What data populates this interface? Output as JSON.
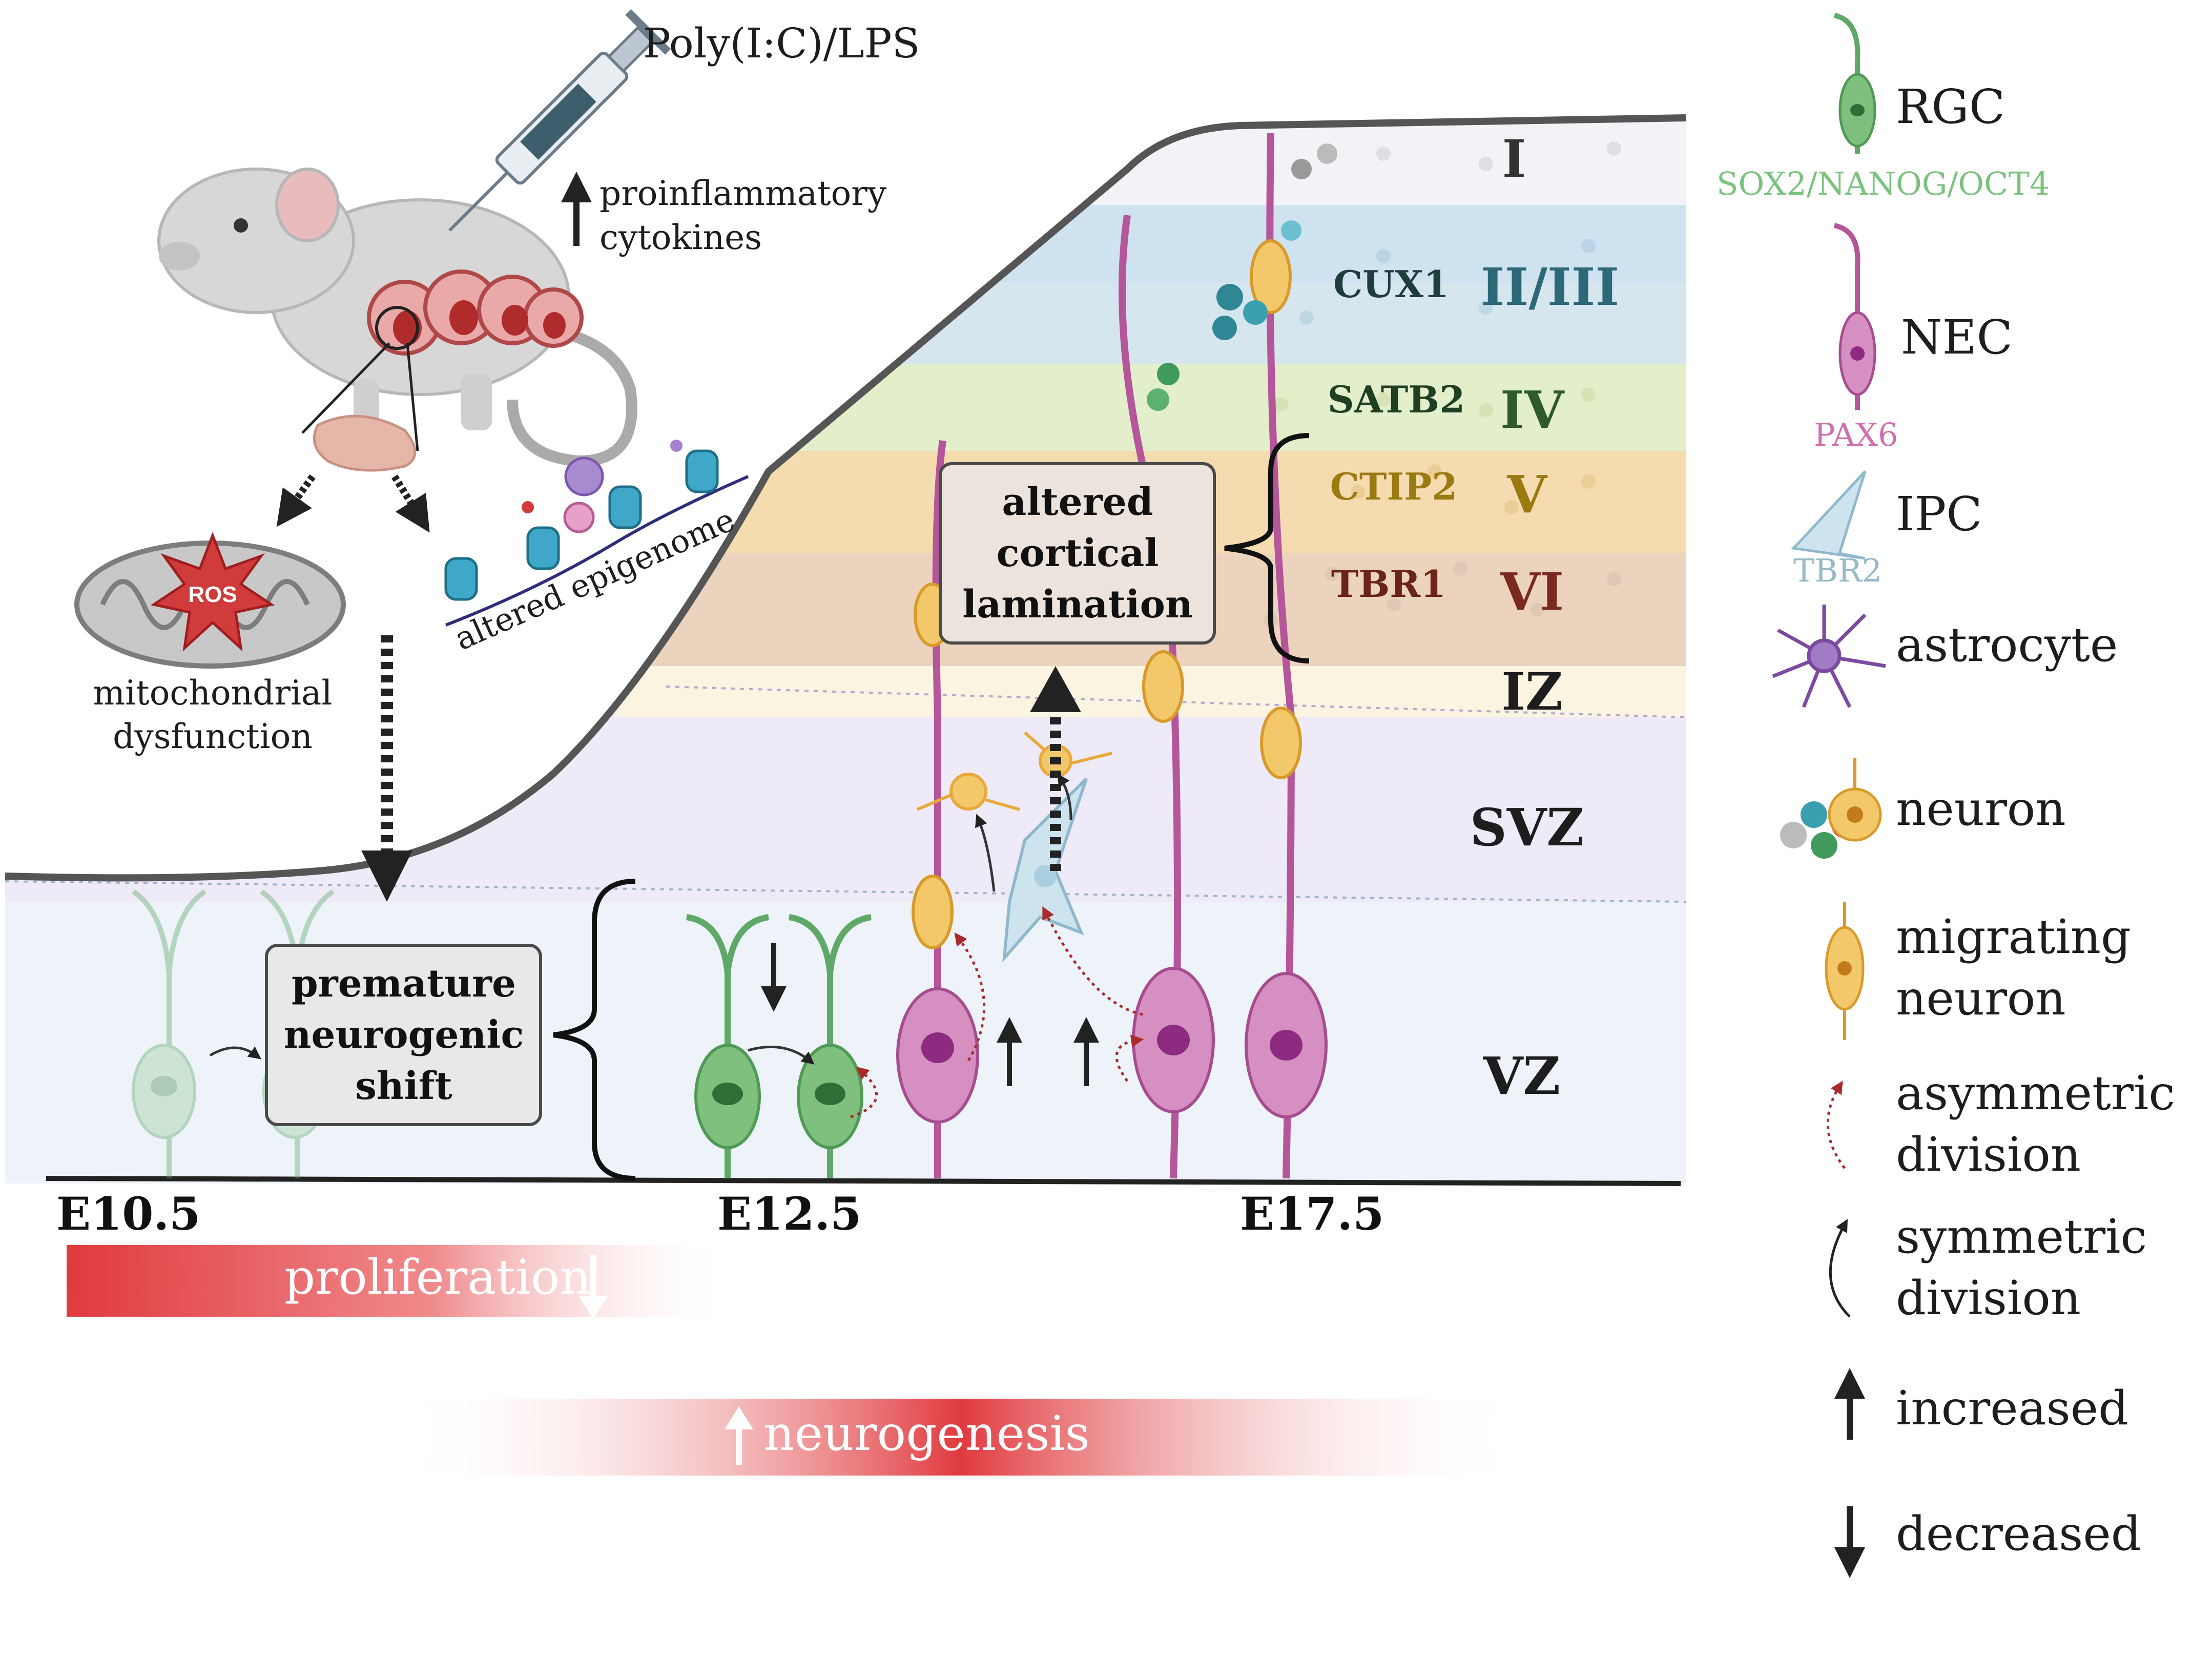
{
  "injection": {
    "agent": "Poly(I:C)/LPS",
    "effect_line1": "proinflammatory",
    "effect_line2": "cytokines"
  },
  "mito": {
    "ros": "ROS",
    "label_line1": "mitochondrial",
    "label_line2": "dysfunction"
  },
  "epigenome": {
    "label": "altered epigenome"
  },
  "boxes": {
    "premature": [
      "premature",
      "neurogenic",
      "shift"
    ],
    "lamination": [
      "altered",
      "cortical",
      "lamination"
    ]
  },
  "zones": [
    "I",
    "II/III",
    "IV",
    "V",
    "VI",
    "IZ",
    "SVZ",
    "VZ"
  ],
  "markers": [
    "CUX1",
    "SATB2",
    "CTIP2",
    "TBR1"
  ],
  "stages": [
    "E10.5",
    "E12.5",
    "E17.5"
  ],
  "bars": {
    "proliferation": "proliferation",
    "neurogenesis": "neurogenesis"
  },
  "legend": {
    "rgc": "RGC",
    "rgc_markers": "SOX2/NANOG/OCT4",
    "nec": "NEC",
    "nec_marker": "PAX6",
    "ipc": "IPC",
    "ipc_marker": "TBR2",
    "astrocyte": "astrocyte",
    "neuron": "neuron",
    "migrating_1": "migrating",
    "migrating_2": "neuron",
    "asym_1": "asymmetric",
    "asym_2": "division",
    "sym_1": "symmetric",
    "sym_2": "division",
    "increased": "increased",
    "decreased": "decreased"
  },
  "colors": {
    "rgc": "#5fa868",
    "nec": "#b5569b",
    "ipc": "#a9cfe0",
    "astrocyte": "#7b4aa0",
    "migrating": "#e9b552",
    "red_bar": "#e03a3e",
    "asym_arrow": "#a82a2a"
  }
}
